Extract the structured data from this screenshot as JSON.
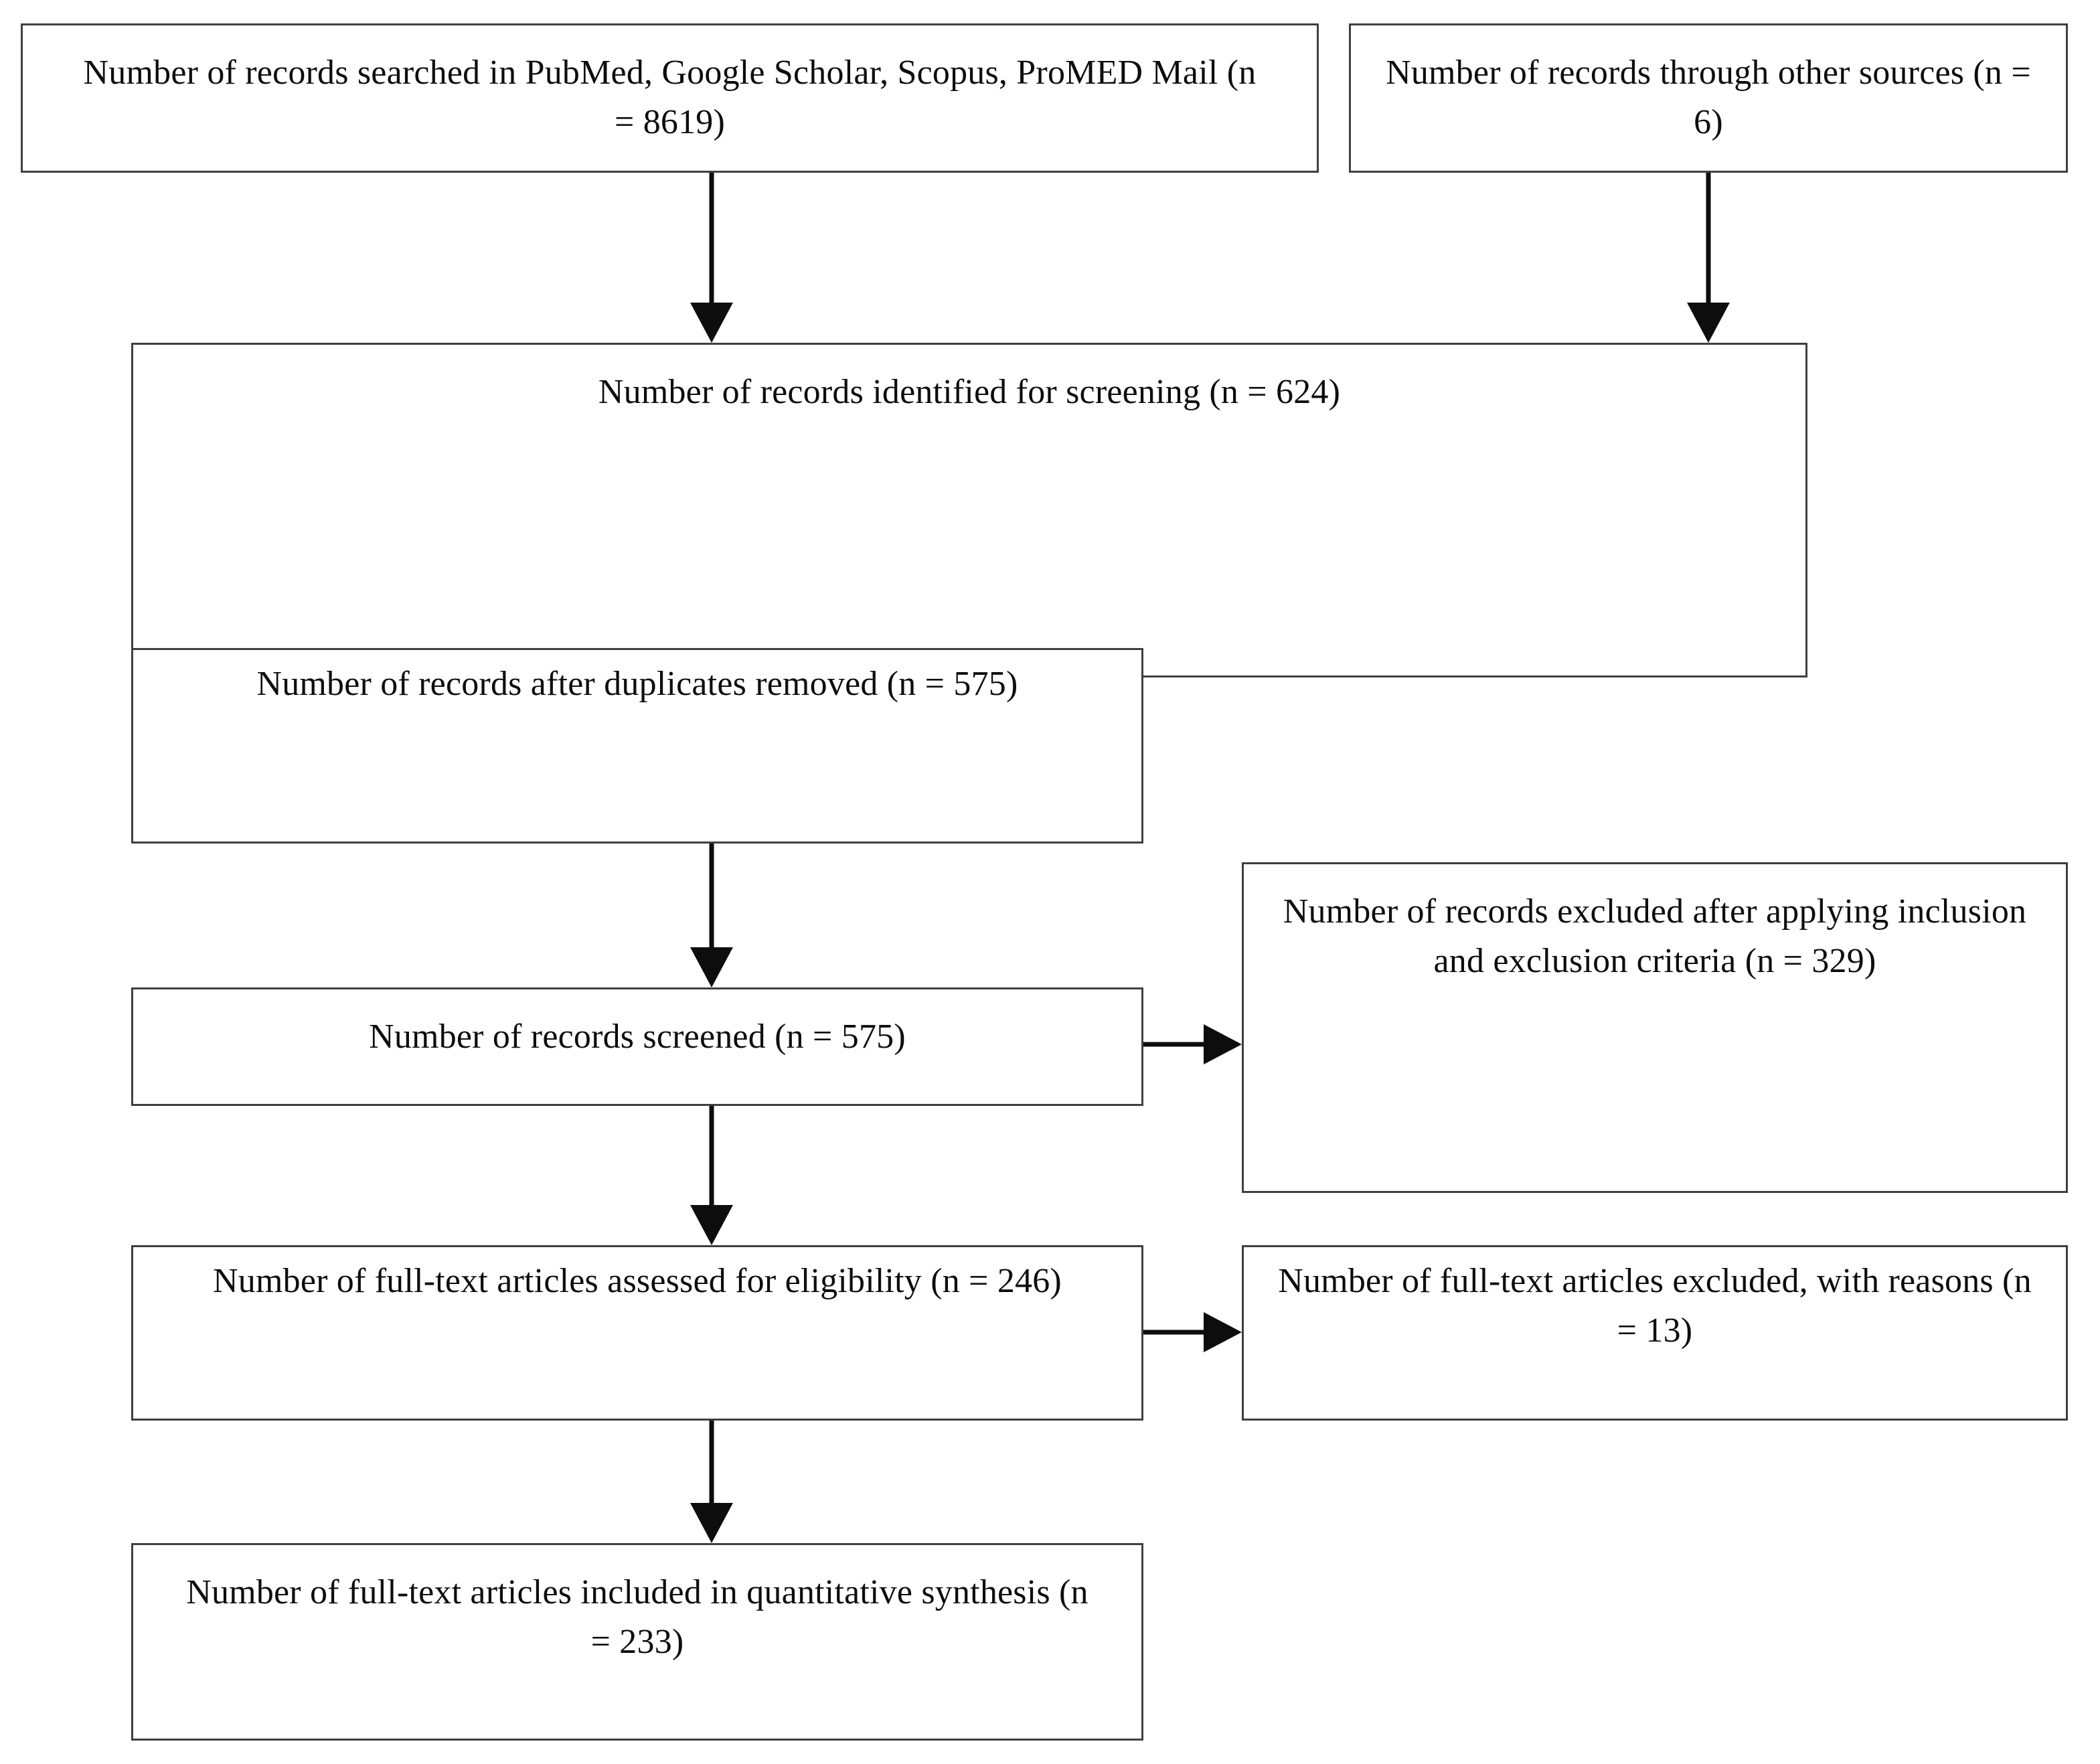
{
  "diagram": {
    "type": "prisma-flow-diagram",
    "title": "",
    "nodes": [
      {
        "id": "records-searched",
        "text": "Number of records searched in PubMed, Google Scholar, Scopus, ProMED Mail (n = 8619)",
        "n": 8619
      },
      {
        "id": "records-other-sources",
        "text": "Number of records through other sources (n = 6)",
        "n": 6
      },
      {
        "id": "records-identified",
        "text": "Number of records identified for screening (n = 624)",
        "n": 624
      },
      {
        "id": "records-after-duplicates",
        "text": "Number of records after duplicates removed (n = 575)",
        "n": 575
      },
      {
        "id": "records-screened",
        "text": "Number of records screened (n = 575)",
        "n": 575
      },
      {
        "id": "records-excluded-criteria",
        "text": "Number of records excluded after applying inclusion and exclusion criteria (n = 329)",
        "n": 329
      },
      {
        "id": "fulltext-assessed",
        "text": "Number of full-text articles assessed for eligibility (n = 246)",
        "n": 246
      },
      {
        "id": "fulltext-excluded",
        "text": "Number of full-text articles excluded, with reasons (n = 13)",
        "n": 13
      },
      {
        "id": "fulltext-included",
        "text": "Number of full-text articles included in quantitative synthesis (n = 233)",
        "n": 233
      }
    ],
    "edges": [
      {
        "from": "records-searched",
        "to": "records-identified",
        "direction": "down"
      },
      {
        "from": "records-other-sources",
        "to": "records-identified",
        "direction": "down"
      },
      {
        "from": "records-identified",
        "to": "records-after-duplicates",
        "direction": "down"
      },
      {
        "from": "records-after-duplicates",
        "to": "records-screened",
        "direction": "down"
      },
      {
        "from": "records-screened",
        "to": "records-excluded-criteria",
        "direction": "right"
      },
      {
        "from": "records-screened",
        "to": "fulltext-assessed",
        "direction": "down"
      },
      {
        "from": "fulltext-assessed",
        "to": "fulltext-excluded",
        "direction": "right"
      },
      {
        "from": "fulltext-assessed",
        "to": "fulltext-included",
        "direction": "down"
      }
    ],
    "colors": {
      "box_border": "#3f3f3f",
      "arrow": "#0d0d0d",
      "text": "#0d0d0d",
      "background": "#ffffff"
    }
  }
}
